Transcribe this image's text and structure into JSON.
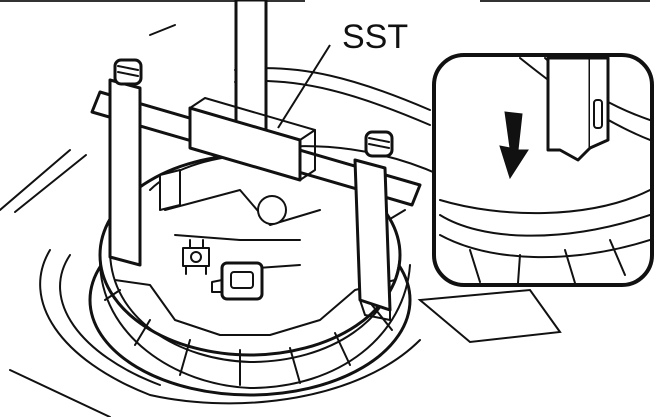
{
  "diagram": {
    "callout_label": "SST",
    "icons": {
      "tool": "special-service-tool-puller",
      "pump": "fuel-pump-unit",
      "connector": "electrical-connector",
      "arrow": "downward-direction-arrow"
    }
  }
}
